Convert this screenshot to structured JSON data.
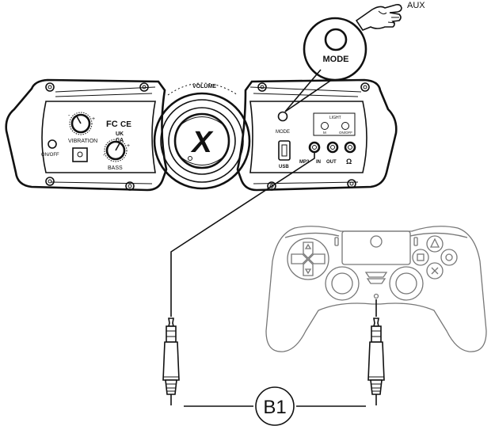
{
  "labels": {
    "aux": "AUX",
    "mode_callout": "MODE",
    "volume": "VOLUME",
    "fc_mark": "FC",
    "ce_mark": "CE",
    "uk_mark": "UK",
    "ca_mark": "CA",
    "vibration": "VIBRATION",
    "bass": "BASS",
    "on_off": "ON/OFF",
    "mode": "MODE",
    "light": "LIGHT",
    "light_m": "M",
    "light_on_off": "ON/OFF",
    "usb": "USB",
    "mp3": "MP3",
    "in": "IN",
    "out": "OUT",
    "headphone_symbol": "Ω",
    "logo": "X",
    "cable_label": "B1"
  },
  "colors": {
    "line": "#111111",
    "controller_line": "#777777",
    "background": "#ffffff"
  },
  "icons": [
    "pointing-hand-icon",
    "headphone-icon",
    "triangle-button-icon",
    "square-button-icon",
    "circle-button-icon",
    "cross-button-icon",
    "dpad-icon"
  ]
}
